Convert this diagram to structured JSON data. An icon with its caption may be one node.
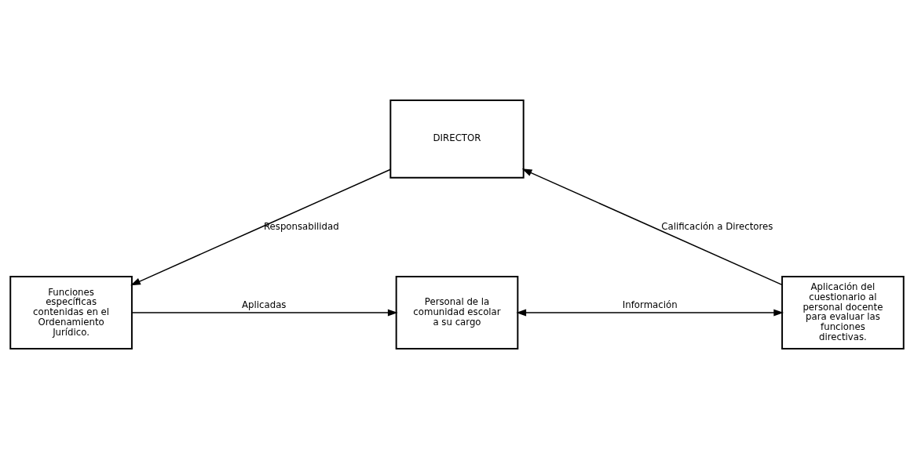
{
  "diagram": {
    "nodes": [
      {
        "text": [
          "DIRECTOR"
        ]
      },
      {
        "text": [
          "Funciones específicas contenidas en el Ordenamiento Jurídico."
        ]
      },
      {
        "text": [
          "Personal de la comunidad escolar a su cargo"
        ]
      },
      {
        "text": [
          "Aplicación del cuestionario al personal docente para evaluar las funciones directivas."
        ]
      }
    ],
    "edges": [
      {
        "from": 0,
        "to": 1,
        "arrow": "to",
        "label": "Responsabilidad"
      },
      {
        "from": 1,
        "to": 2,
        "arrow": "to",
        "label": "Aplicadas"
      },
      {
        "from": 2,
        "to": 3,
        "arrow": "both",
        "label": "Información"
      },
      {
        "from": 3,
        "to": 0,
        "arrow": "to",
        "label": "Calificación a Directores"
      }
    ]
  }
}
